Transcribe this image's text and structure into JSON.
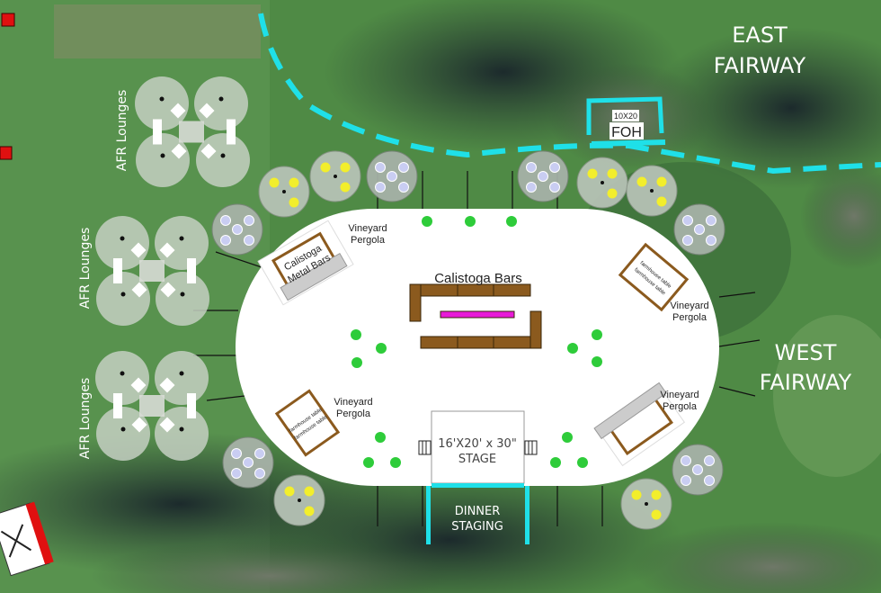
{
  "labels": {
    "east_fairway": [
      "EAST",
      "FAIRWAY"
    ],
    "west_fairway": [
      "WEST",
      "FAIRWAY"
    ],
    "foh_size": "10X20",
    "foh": "FOH",
    "calistoga_bars": "Calistoga Bars",
    "calistoga_metal_bars": [
      "Calistoga",
      "Metal Bars"
    ],
    "vineyard_pergola": [
      "Vineyard",
      "Pergola"
    ],
    "afr_lounges": "AFR Lounges",
    "stage": [
      "16'X20' x 30\"",
      "STAGE"
    ],
    "dinner_staging": [
      "DINNER",
      "STAGING"
    ],
    "farmhouse_table": "farmhouse table"
  },
  "colors": {
    "tent": "#ffffff",
    "perimeter": "#1fe0e8",
    "bar": "#8b5a1e",
    "bar_accent": "#e81ad8",
    "plant": "#2ecc3a",
    "table": "#b9c4b8",
    "seat_yellow": "#f2ee2c",
    "marker": "#e01010"
  }
}
